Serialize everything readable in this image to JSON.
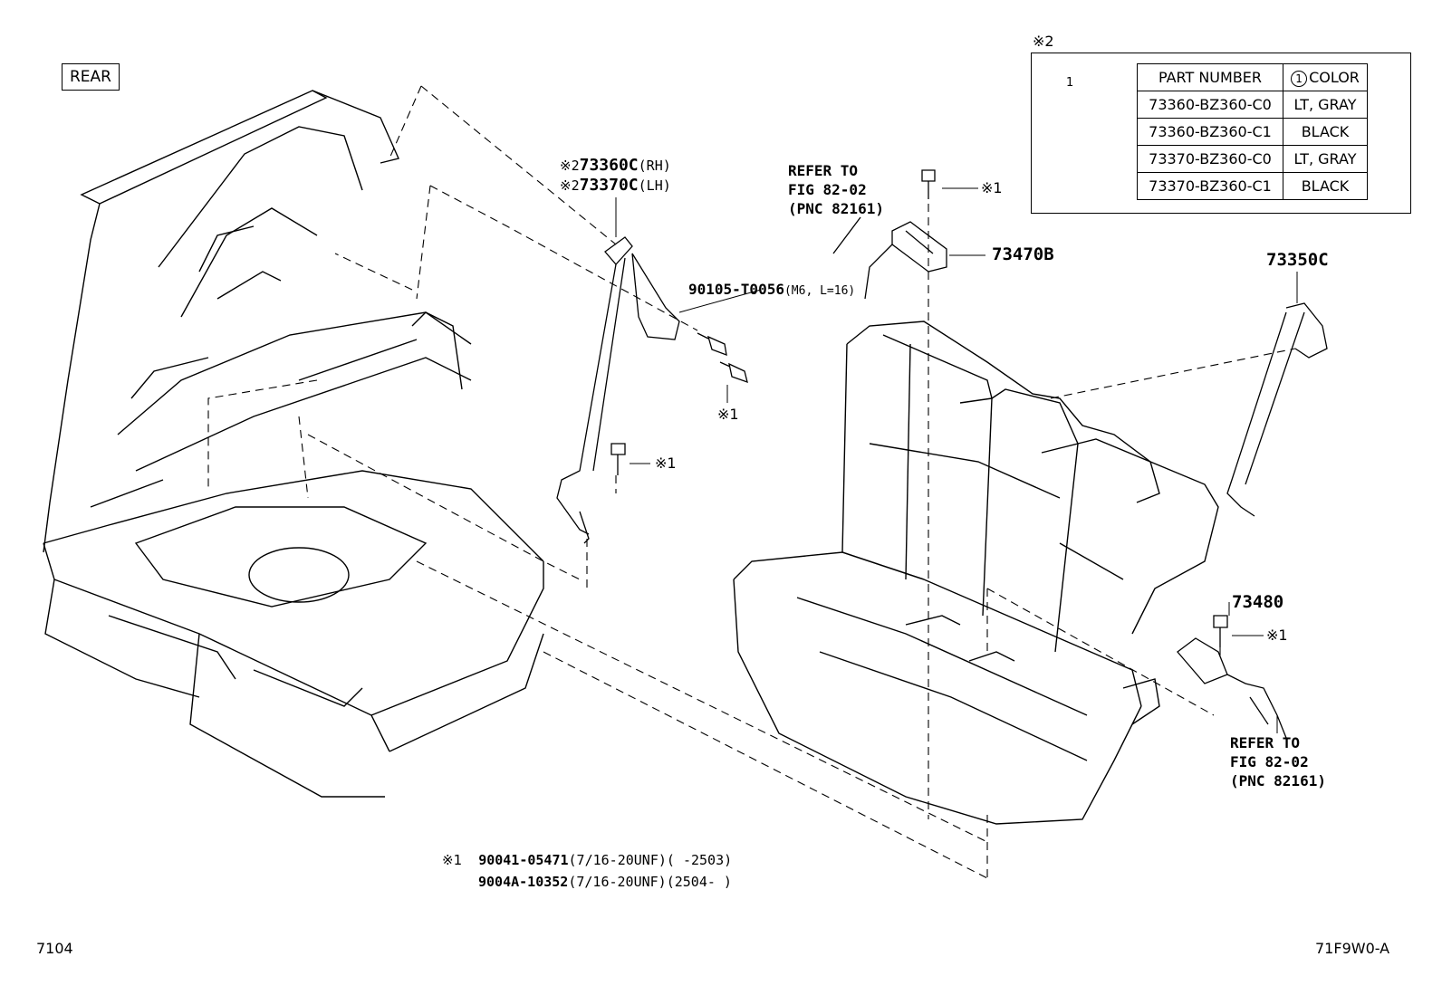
{
  "orientation_label": "REAR",
  "callout_mark": "※2",
  "legend": {
    "circle_mark": "1",
    "header_part_number": "PART NUMBER",
    "header_color_mark": "1",
    "header_color": "COLOR",
    "rows": [
      {
        "part": "73360-BZ360-C0",
        "color": "LT, GRAY"
      },
      {
        "part": "73360-BZ360-C1",
        "color": "BLACK"
      },
      {
        "part": "73370-BZ360-C0",
        "color": "LT, GRAY"
      },
      {
        "part": "73370-BZ360-C1",
        "color": "BLACK"
      }
    ]
  },
  "callouts": {
    "rh_mark": "※2",
    "rh_part": "73360C",
    "rh_side": "(RH)",
    "lh_mark": "※2",
    "lh_part": "73370C",
    "lh_side": "(LH)",
    "bolt_part": "90105-T0056",
    "bolt_spec": "(M6, L=16)",
    "ref1_line1": "REFER TO",
    "ref1_line2": "FIG 82-02",
    "ref1_line3": "(PNC 82161)",
    "buckle_a": "73470B",
    "center_belt": "73350C",
    "buckle_b": "73480",
    "ref2_line1": "REFER TO",
    "ref2_line2": "FIG 82-02",
    "ref2_line3": "(PNC 82161)",
    "x1_a": "※1",
    "x1_b": "※1",
    "x1_c": "※1",
    "x1_d": "※1"
  },
  "footnote": {
    "mark": "※1",
    "line1_part": "90041-05471",
    "line1_spec": "(7/16-20UNF)(     -2503)",
    "line2_part": "9004A-10352",
    "line2_spec": "(7/16-20UNF)(2504-     )"
  },
  "page_number": "7104",
  "figure_code": "71F9W0-A"
}
